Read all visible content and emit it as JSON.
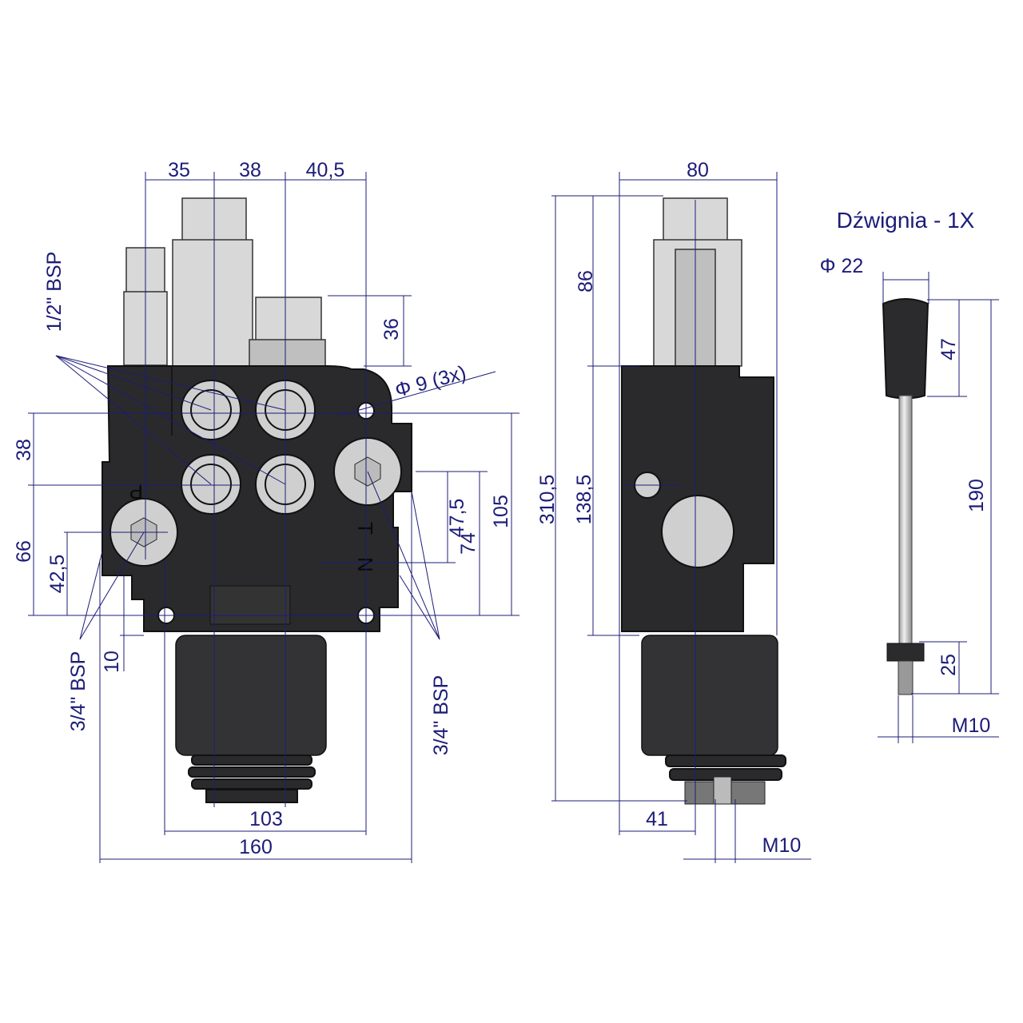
{
  "front_view": {
    "top_dims": [
      "35",
      "38",
      "40,5"
    ],
    "left_dims": {
      "port_half": "1/2\" BSP",
      "d38": "38",
      "d66": "66",
      "d42_5": "42,5",
      "d10": "10",
      "port_three_quarter": "3/4\" BSP"
    },
    "right_dims": {
      "d36": "36",
      "hole": "Φ 9  (3x)",
      "d47_5": "47,5",
      "d74": "74",
      "d105": "105",
      "port_three_quarter": "3/4\" BSP"
    },
    "bottom_dims": {
      "d103": "103",
      "d160": "160"
    },
    "port_labels": {
      "p": "P",
      "t": "T",
      "n": "N"
    }
  },
  "side_view": {
    "width": "80",
    "d86": "86",
    "total_height": "310,5",
    "d138_5": "138,5",
    "d41": "41",
    "thread": "M10"
  },
  "lever": {
    "title": "Dźwignia - 1X",
    "diameter": "Φ 22",
    "d47": "47",
    "d190": "190",
    "d25": "25",
    "thread": "M10"
  },
  "colors": {
    "dimension": "#1c1c78",
    "body": "#2a2a2c",
    "metal": "#d8d8d8"
  }
}
